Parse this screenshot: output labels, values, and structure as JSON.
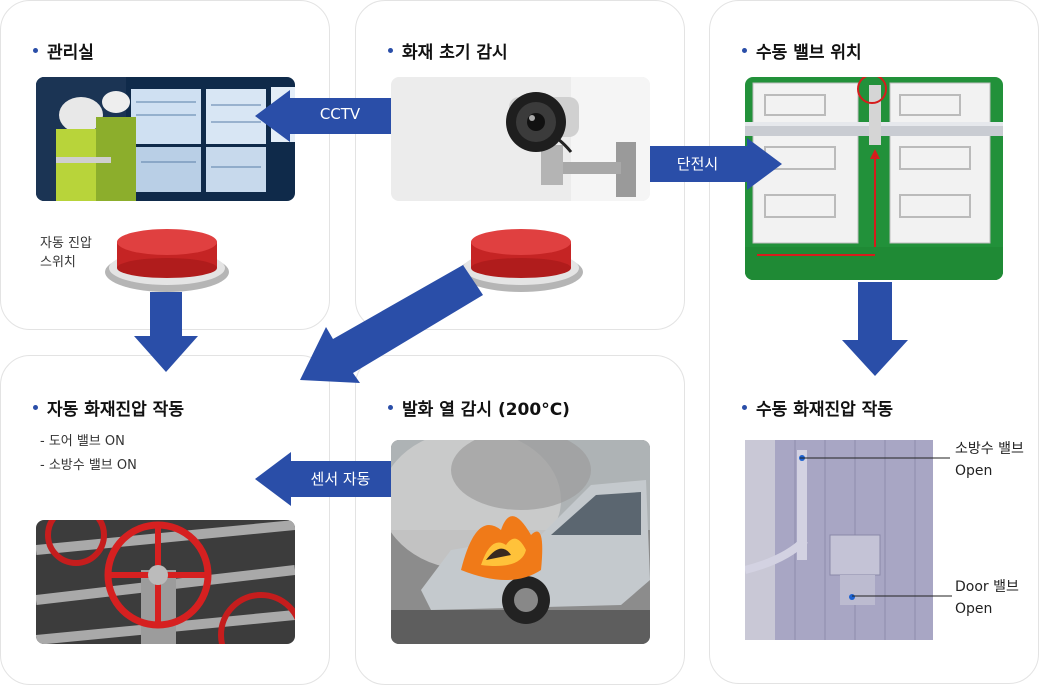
{
  "colors": {
    "arrow": "#2a4ea8",
    "dot": "#2a4ea8",
    "button_red": "#d42c2c",
    "panel_green": "#1e8a2e",
    "mark_red": "#d61c1c"
  },
  "cards": {
    "control_room": {
      "title": "관리실"
    },
    "early_detect": {
      "title": "화재 초기 감시"
    },
    "valve_position": {
      "title": "수동 밸브 위치"
    },
    "auto_suppress": {
      "title": "자동 화재진압 작동",
      "details": [
        "- 도어 밸브 ON",
        "- 소방수 밸브 ON"
      ]
    },
    "heat_detect": {
      "title": "발화 열 감시 (200°C)"
    },
    "manual_suppress": {
      "title": "수동 화재진압 작동"
    }
  },
  "switch_label_line1": "자동 진압",
  "switch_label_line2": "스위치",
  "arrows": {
    "cctv": "CCTV",
    "power_cut": "단전시",
    "sensor": "센서 자동"
  },
  "callouts": {
    "fire_valve_line1": "소방수 밸브",
    "fire_valve_line2": "Open",
    "door_valve_line1": "Door 밸브",
    "door_valve_line2": "Open"
  },
  "icons": [
    "control-room-photo",
    "cctv-camera-photo",
    "valve-diagram",
    "red-push-button",
    "burning-car-photo",
    "red-valve-photo",
    "container-unit-photo"
  ]
}
